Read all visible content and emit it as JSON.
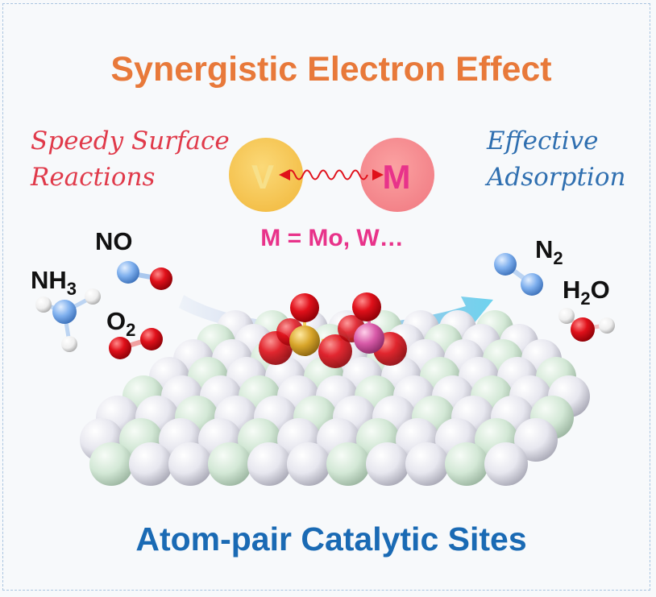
{
  "title": "Synergistic Electron Effect",
  "left_text": {
    "line1": "Speedy Surface",
    "line2": "Reactions"
  },
  "right_text": {
    "line1": "Effective",
    "line2": "Adsorption"
  },
  "pair": {
    "left": "V",
    "right": "M",
    "note": "M = Mo, W…"
  },
  "reactants": {
    "no": "NO",
    "nh3": {
      "base": "NH",
      "sub": "3"
    },
    "o2": {
      "base": "O",
      "sub": "2"
    }
  },
  "products": {
    "n2": {
      "base": "N",
      "sub": "2"
    },
    "h2o": {
      "pre": "H",
      "sub": "2",
      "post": "O"
    }
  },
  "bottom_title": "Atom-pair Catalytic Sites",
  "colors": {
    "title": "#e8793a",
    "left_text": "#e03a4a",
    "right_text": "#2f6fb0",
    "pair_text": "#e8338a",
    "bottom_title": "#1a6ab4",
    "v_sphere": "#f6c24a",
    "m_sphere": "#f58a8a",
    "oxygen": "#e0101a",
    "nitrogen": "#5f9be8",
    "hydrogen": "#f4f4f4"
  }
}
